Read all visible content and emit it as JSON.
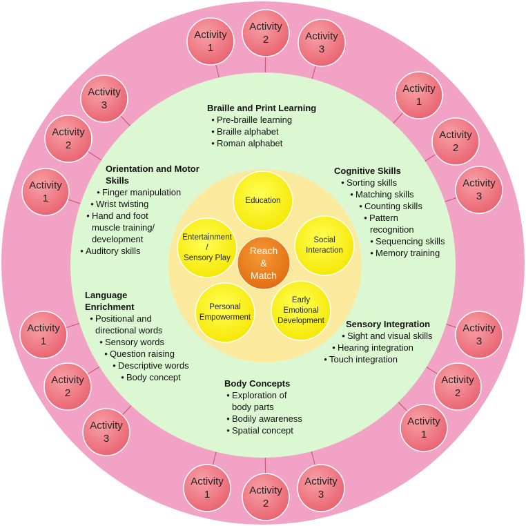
{
  "activity_clusters": [
    {
      "id": "top",
      "items": [
        {
          "label": "Activity",
          "num": "1"
        },
        {
          "label": "Activity",
          "num": "2"
        },
        {
          "label": "Activity",
          "num": "3"
        }
      ]
    },
    {
      "id": "upper-right",
      "items": [
        {
          "label": "Activity",
          "num": "1"
        },
        {
          "label": "Activity",
          "num": "2"
        },
        {
          "label": "Activity",
          "num": "3"
        }
      ]
    },
    {
      "id": "lower-right",
      "items": [
        {
          "label": "Activity",
          "num": "3"
        },
        {
          "label": "Activity",
          "num": "2"
        },
        {
          "label": "Activity",
          "num": "1"
        }
      ]
    },
    {
      "id": "bottom",
      "items": [
        {
          "label": "Activity",
          "num": "1"
        },
        {
          "label": "Activity",
          "num": "2"
        },
        {
          "label": "Activity",
          "num": "3"
        }
      ]
    },
    {
      "id": "lower-left",
      "items": [
        {
          "label": "Activity",
          "num": "1"
        },
        {
          "label": "Activity",
          "num": "2"
        },
        {
          "label": "Activity",
          "num": "3"
        }
      ]
    },
    {
      "id": "upper-left",
      "items": [
        {
          "label": "Activity",
          "num": "3"
        },
        {
          "label": "Activity",
          "num": "2"
        },
        {
          "label": "Activity",
          "num": "1"
        }
      ]
    }
  ],
  "center": {
    "line1": "Reach",
    "line2": "&",
    "line3": "Match"
  },
  "core_values": {
    "education": [
      "Education"
    ],
    "social_interaction": [
      "Social",
      "Interaction"
    ],
    "early_emotional_development": [
      "Early",
      "Emotional",
      "Development"
    ],
    "personal_empowerment": [
      "Personal",
      "Empowerment"
    ],
    "entertainment_sensory_play": [
      "Entertainment",
      "/",
      "Sensory Play"
    ]
  },
  "sections": {
    "braille": {
      "title": "Braille and Print Learning",
      "items": [
        "Pre-braille learning",
        "Braille alphabet",
        "Roman alphabet"
      ]
    },
    "cognitive": {
      "title": "Cognitive Skills",
      "items": [
        "Sorting skills",
        "Matching skills",
        "Counting skills",
        "Pattern",
        "recognition",
        "Sequencing skills",
        "Memory training"
      ]
    },
    "sensory": {
      "title": "Sensory Integration",
      "items": [
        "Sight and visual skills",
        "Hearing integration",
        "Touch integration"
      ]
    },
    "body": {
      "title": "Body Concepts",
      "items": [
        "Exploration of",
        "body parts",
        "Bodily awareness",
        "Spatial concept"
      ]
    },
    "language": {
      "title_line1": "Language",
      "title_line2": "Enrichment",
      "items": [
        "Positional and",
        "directional words",
        "Sensory words",
        "Question raising",
        "Descriptive words",
        "Body concept"
      ]
    },
    "orientation": {
      "title_line1": "Orientation and Motor",
      "title_line2": "Skills",
      "items": [
        "Finger manipulation",
        "Wrist twisting",
        "Hand and foot",
        "muscle training/",
        "development",
        "Auditory skills"
      ]
    }
  },
  "colors": {
    "outer_ring": "#f2a2c5",
    "activity_circle": "#ee6f7e",
    "green_ring": "#dcf8d2",
    "yellow_disc": "#fbea9e",
    "core_circle": "#faf200",
    "center_circle": "#ed7b15"
  }
}
